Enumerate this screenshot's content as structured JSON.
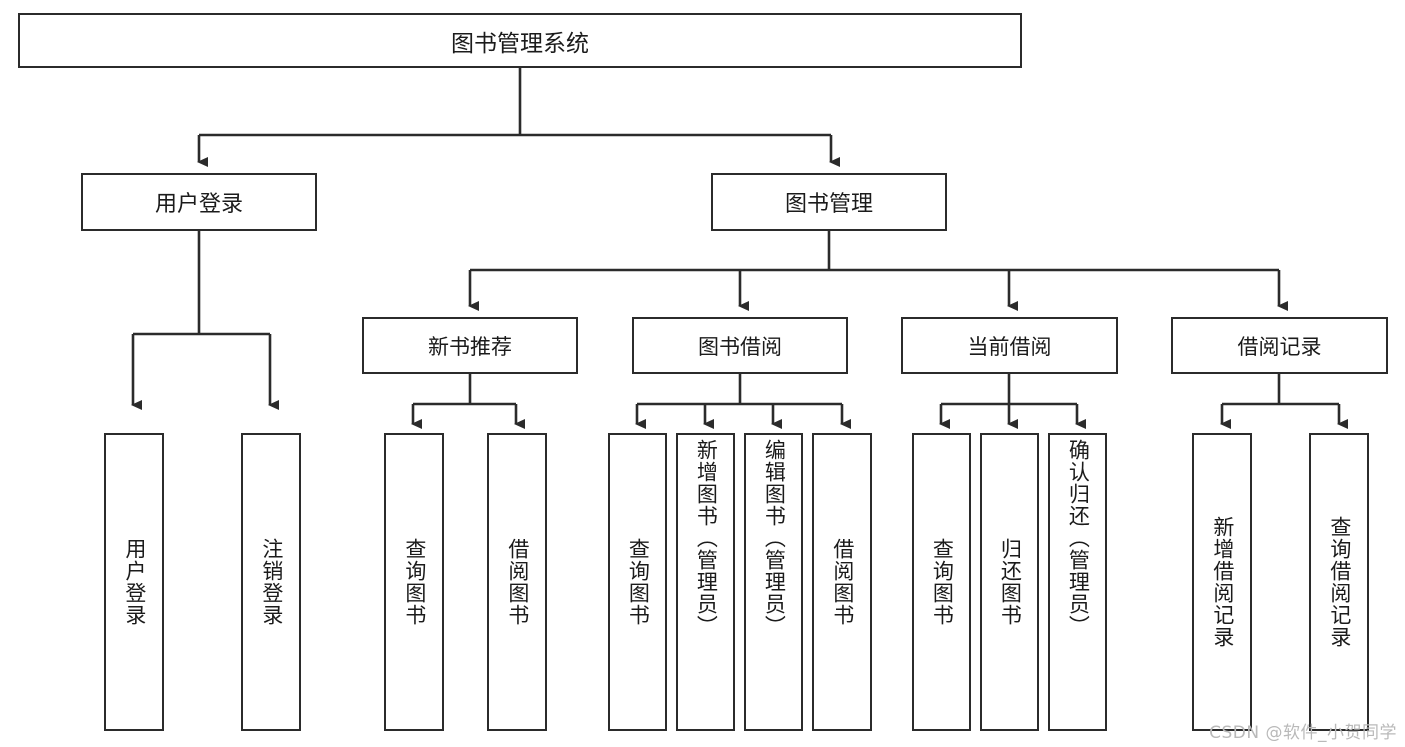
{
  "diagram": {
    "title": "图书管理系统",
    "type": "tree-hierarchy-chart",
    "root": {
      "label": "图书管理系统"
    },
    "level2": [
      {
        "label": "用户登录"
      },
      {
        "label": "图书管理"
      }
    ],
    "level3": [
      {
        "label": "新书推荐"
      },
      {
        "label": "图书借阅"
      },
      {
        "label": "当前借阅"
      },
      {
        "label": "借阅记录"
      }
    ],
    "leaves": {
      "user_login": [
        {
          "label": "用户登录"
        },
        {
          "label": "注销登录"
        }
      ],
      "new_book_recommend": [
        {
          "label": "查询图书"
        },
        {
          "label": "借阅图书"
        }
      ],
      "book_borrow": [
        {
          "label": "查询图书"
        },
        {
          "label": "新增图书（管理员）"
        },
        {
          "label": "编辑图书（管理员）"
        },
        {
          "label": "借阅图书"
        }
      ],
      "current_borrow": [
        {
          "label": "查询图书"
        },
        {
          "label": "归还图书"
        },
        {
          "label": "确认归还（管理员）"
        }
      ],
      "borrow_record": [
        {
          "label": "新增借阅记录"
        },
        {
          "label": "查询借阅记录"
        }
      ]
    }
  },
  "watermark": {
    "text": "CSDN @软件_小贺同学"
  },
  "colors": {
    "stroke": "#2b2b2b",
    "background": "#ffffff",
    "text": "#1b1b1b",
    "watermark": "#b9b9b9"
  }
}
